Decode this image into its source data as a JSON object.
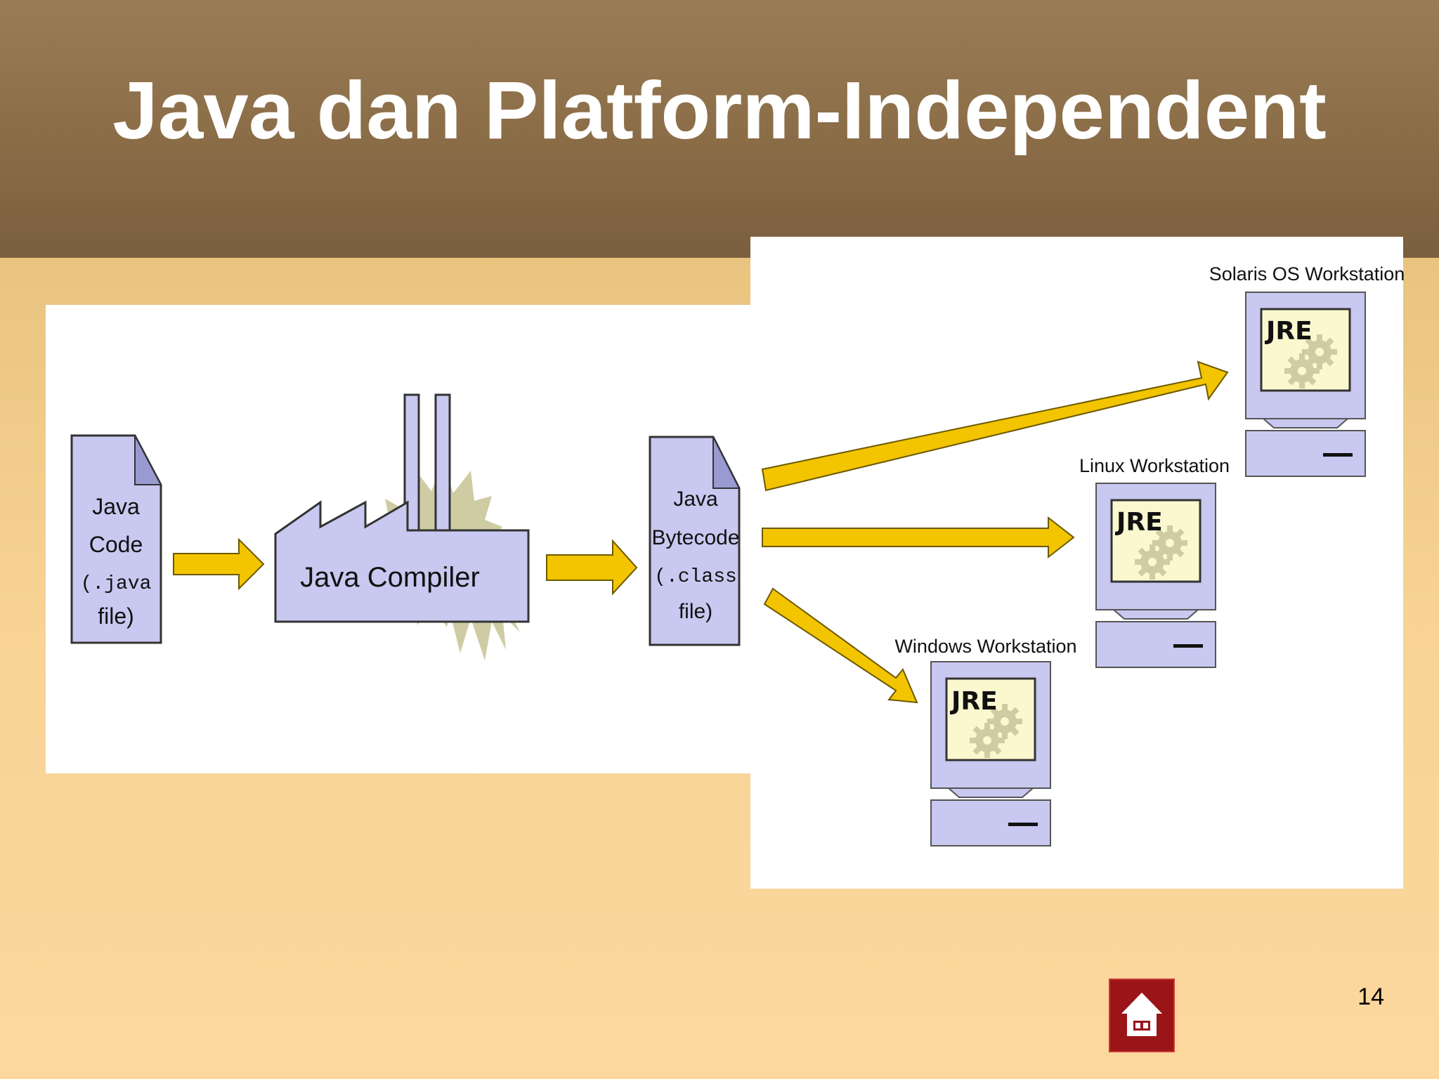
{
  "slide": {
    "title": "Java dan Platform-Independent",
    "page_number": "14"
  },
  "diagram": {
    "source_file": {
      "line1": "Java",
      "line2": "Code",
      "line3": "(.java",
      "line4": "file)"
    },
    "compiler": {
      "label": "Java Compiler"
    },
    "bytecode_file": {
      "line1": "Java",
      "line2": "Bytecode",
      "line3": "(.class",
      "line4": "file)"
    },
    "workstations": {
      "solaris": {
        "label": "Solaris OS Workstation",
        "runtime": "JRE"
      },
      "linux": {
        "label": "Linux Workstation",
        "runtime": "JRE"
      },
      "windows": {
        "label": "Windows Workstation",
        "runtime": "JRE"
      }
    }
  },
  "colors": {
    "doc_fill": "#c8c8f0",
    "arrow_fill": "#f3c400",
    "screen_fill": "#fbf8d0",
    "gear_fill": "#cfcba3",
    "header_brown": "#8a6c47"
  },
  "icons": {
    "home": "home-icon"
  }
}
